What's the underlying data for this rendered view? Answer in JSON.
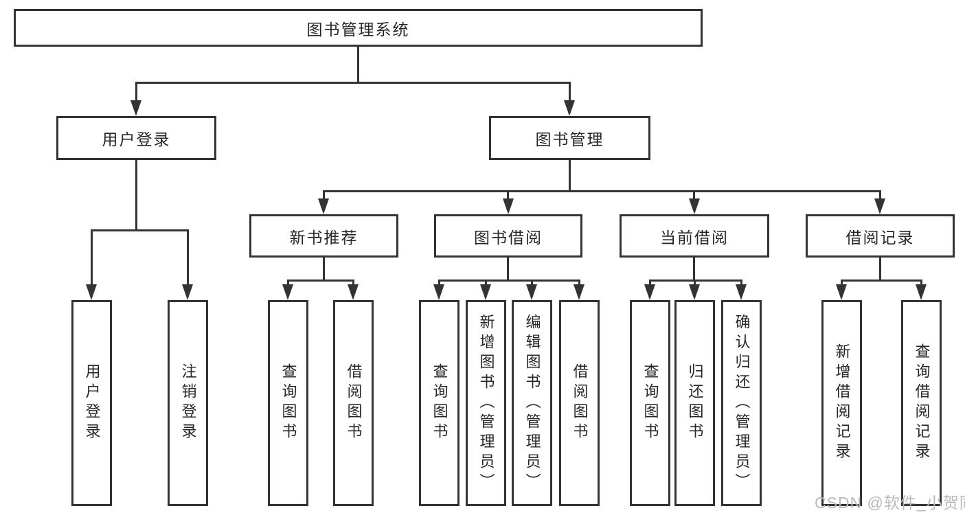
{
  "diagram": {
    "root": {
      "label": "图书管理系统"
    },
    "level2": {
      "user_login": {
        "label": "用户登录"
      },
      "book_mgmt": {
        "label": "图书管理"
      }
    },
    "level3": {
      "new_books": {
        "label": "新书推荐"
      },
      "book_borrow": {
        "label": "图书借阅"
      },
      "current_borrow": {
        "label": "当前借阅"
      },
      "borrow_records": {
        "label": "借阅记录"
      }
    },
    "leaves": {
      "user_login": [
        {
          "label": "用户登录"
        },
        {
          "label": "注销登录"
        }
      ],
      "new_books": [
        {
          "label": "查询图书"
        },
        {
          "label": "借阅图书"
        }
      ],
      "book_borrow": [
        {
          "label": "查询图书"
        },
        {
          "label": "新增图书（管理员）"
        },
        {
          "label": "编辑图书（管理员）"
        },
        {
          "label": "借阅图书"
        }
      ],
      "current_borrow": [
        {
          "label": "查询图书"
        },
        {
          "label": "归还图书"
        },
        {
          "label": "确认归还（管理员）"
        }
      ],
      "borrow_records": [
        {
          "label": "新增借阅记录"
        },
        {
          "label": "查询借阅记录"
        }
      ]
    },
    "watermark": "CSDN @软件_小贺同学",
    "colors": {
      "line": "#333333",
      "text": "#262626",
      "watermark": "#b9b9b9",
      "background": "#ffffff"
    }
  }
}
